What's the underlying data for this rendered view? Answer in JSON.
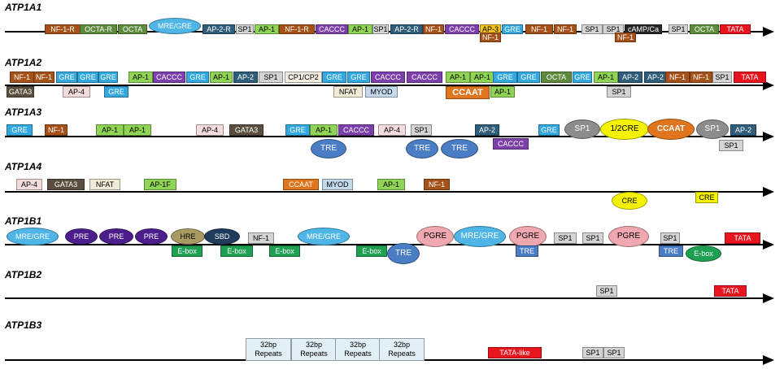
{
  "colors": {
    "axis": "#000000",
    "NF1": "#a5521a",
    "OCTA": "#5e8a3e",
    "GRE_box": "#33a9e0",
    "GRE_ellipse": "#4fb5e6",
    "AP2": "#2f5d7a",
    "SP1_box": "#d4d4d4",
    "SP1_ellipse": "#8c8c8c",
    "AP1": "#8fd454",
    "CACCC": "#7d3fab",
    "AP3": "#f2c21f",
    "cAMP": "#262626",
    "TATA": "#e8141e",
    "GATA3": "#5a4f3e",
    "AP4": "#f4dcdc",
    "CP1": "#f2ede2",
    "NFAT": "#f0ebd6",
    "MYOD": "#c4d9ec",
    "CCAAT": "#e0751e",
    "TRE": "#4a7dc4",
    "CRE": "#f5f200",
    "PRE": "#4b1e8c",
    "HRE": "#a89a63",
    "SBD": "#1f3c5c",
    "Ebox": "#1ea052",
    "PGRE": "#f0a8b0",
    "REP": "#e1f0f6"
  },
  "genes": [
    {
      "name": "ATP1A1",
      "elements": [
        {
          "label": "NF-1-R",
          "c": "NF1"
        },
        {
          "label": "OCTA-R",
          "c": "OCTA"
        },
        {
          "label": "OCTA",
          "c": "OCTA"
        },
        {
          "label": "MRE/GRE",
          "c": "GRE_ellipse"
        },
        {
          "label": "AP-2-R",
          "c": "AP2"
        },
        {
          "label": "SP1",
          "c": "SP1_box"
        },
        {
          "label": "AP-1",
          "c": "AP1"
        },
        {
          "label": "NF-1-R",
          "c": "NF1"
        },
        {
          "label": "CACCC",
          "c": "CACCC"
        },
        {
          "label": "AP-1",
          "c": "AP1"
        },
        {
          "label": "SP1",
          "c": "SP1_box"
        },
        {
          "label": "AP-2-R",
          "c": "AP2"
        },
        {
          "label": "NF-1",
          "c": "NF1"
        },
        {
          "label": "CACCC",
          "c": "CACCC"
        },
        {
          "label": "AP-3",
          "c": "AP3"
        },
        {
          "label": "GRE",
          "c": "GRE_box"
        },
        {
          "label": "NF-1",
          "c": "NF1"
        },
        {
          "label": "NF-1",
          "c": "NF1"
        },
        {
          "label": "SP1",
          "c": "SP1_box"
        },
        {
          "label": "SP1",
          "c": "SP1_box"
        },
        {
          "label": "cAMP/Ca",
          "c": "cAMP"
        },
        {
          "label": "SP1",
          "c": "SP1_box"
        },
        {
          "label": "OCTA",
          "c": "OCTA"
        },
        {
          "label": "TATA",
          "c": "TATA"
        },
        {
          "label": "NF-1",
          "c": "NF1"
        },
        {
          "label": "NF-1",
          "c": "NF1"
        }
      ]
    },
    {
      "name": "ATP1A2",
      "elements": [
        {
          "label": "NF-1",
          "c": "NF1"
        },
        {
          "label": "NF-1",
          "c": "NF1"
        },
        {
          "label": "GRE",
          "c": "GRE_box"
        },
        {
          "label": "GRE",
          "c": "GRE_box"
        },
        {
          "label": "GRE",
          "c": "GRE_box"
        },
        {
          "label": "AP-1",
          "c": "AP1"
        },
        {
          "label": "CACCC",
          "c": "CACCC"
        },
        {
          "label": "GRE",
          "c": "GRE_box"
        },
        {
          "label": "AP-1",
          "c": "AP1"
        },
        {
          "label": "AP-2",
          "c": "AP2"
        },
        {
          "label": "SP1",
          "c": "SP1_box"
        },
        {
          "label": "CP1/CP2",
          "c": "CP1"
        },
        {
          "label": "GRE",
          "c": "GRE_box"
        },
        {
          "label": "GRE",
          "c": "GRE_box"
        },
        {
          "label": "CACCC",
          "c": "CACCC"
        },
        {
          "label": "CACCC",
          "c": "CACCC"
        },
        {
          "label": "AP-1",
          "c": "AP1"
        },
        {
          "label": "AP-1",
          "c": "AP1"
        },
        {
          "label": "GRE",
          "c": "GRE_box"
        },
        {
          "label": "GRE",
          "c": "GRE_box"
        },
        {
          "label": "OCTA",
          "c": "OCTA"
        },
        {
          "label": "GRE",
          "c": "GRE_box"
        },
        {
          "label": "AP-1",
          "c": "AP1"
        },
        {
          "label": "AP-2",
          "c": "AP2"
        },
        {
          "label": "AP-2",
          "c": "AP2"
        },
        {
          "label": "NF-1",
          "c": "NF1"
        },
        {
          "label": "NF-1",
          "c": "NF1"
        },
        {
          "label": "SP1",
          "c": "SP1_box"
        },
        {
          "label": "TATA",
          "c": "TATA"
        },
        {
          "label": "GATA3",
          "c": "GATA3"
        },
        {
          "label": "AP-4",
          "c": "AP4"
        },
        {
          "label": "GRE",
          "c": "GRE_box"
        },
        {
          "label": "NFAT",
          "c": "NFAT"
        },
        {
          "label": "MYOD",
          "c": "MYOD"
        },
        {
          "label": "CCAAT",
          "c": "CCAAT"
        },
        {
          "label": "AP-1",
          "c": "AP1"
        },
        {
          "label": "SP1",
          "c": "SP1_box"
        }
      ]
    },
    {
      "name": "ATP1A3",
      "elements": [
        {
          "label": "GRE",
          "c": "GRE_box"
        },
        {
          "label": "NF-1",
          "c": "NF1"
        },
        {
          "label": "AP-1",
          "c": "AP1"
        },
        {
          "label": "AP-1",
          "c": "AP1"
        },
        {
          "label": "AP-4",
          "c": "AP4"
        },
        {
          "label": "GATA3",
          "c": "GATA3"
        },
        {
          "label": "GRE",
          "c": "GRE_box"
        },
        {
          "label": "AP-1",
          "c": "AP1"
        },
        {
          "label": "CACCC",
          "c": "CACCC"
        },
        {
          "label": "AP-4",
          "c": "AP4"
        },
        {
          "label": "SP1",
          "c": "SP1_box"
        },
        {
          "label": "AP-2",
          "c": "AP2"
        },
        {
          "label": "GRE",
          "c": "GRE_box"
        },
        {
          "label": "SP1",
          "c": "SP1_ellipse"
        },
        {
          "label": "1/2CRE",
          "c": "CRE"
        },
        {
          "label": "CCAAT",
          "c": "CCAAT"
        },
        {
          "label": "SP1",
          "c": "SP1_ellipse"
        },
        {
          "label": "AP-2",
          "c": "AP2"
        },
        {
          "label": "TRE",
          "c": "TRE"
        },
        {
          "label": "TRE",
          "c": "TRE"
        },
        {
          "label": "TRE",
          "c": "TRE"
        },
        {
          "label": "CACCC",
          "c": "CACCC"
        },
        {
          "label": "SP1",
          "c": "SP1_box"
        }
      ]
    },
    {
      "name": "ATP1A4",
      "elements": [
        {
          "label": "AP-4",
          "c": "AP4"
        },
        {
          "label": "GATA3",
          "c": "GATA3"
        },
        {
          "label": "NFAT",
          "c": "NFAT"
        },
        {
          "label": "AP-1F",
          "c": "AP1"
        },
        {
          "label": "CCAAT",
          "c": "CCAAT"
        },
        {
          "label": "MYOD",
          "c": "MYOD"
        },
        {
          "label": "AP-1",
          "c": "AP1"
        },
        {
          "label": "NF-1",
          "c": "NF1"
        },
        {
          "label": "CRE",
          "c": "CRE"
        },
        {
          "label": "CRE",
          "c": "CRE"
        }
      ]
    },
    {
      "name": "ATP1B1",
      "elements": [
        {
          "label": "MRE/GRE",
          "c": "GRE_ellipse"
        },
        {
          "label": "PRE",
          "c": "PRE"
        },
        {
          "label": "PRE",
          "c": "PRE"
        },
        {
          "label": "PRE",
          "c": "PRE"
        },
        {
          "label": "HRE",
          "c": "HRE"
        },
        {
          "label": "SBD",
          "c": "SBD"
        },
        {
          "label": "NF-1",
          "c": "SP1_box"
        },
        {
          "label": "MRE/GRE",
          "c": "GRE_ellipse"
        },
        {
          "label": "PGRE",
          "c": "PGRE"
        },
        {
          "label": "MRE/GRE",
          "c": "GRE_ellipse"
        },
        {
          "label": "PGRE",
          "c": "PGRE"
        },
        {
          "label": "SP1",
          "c": "SP1_box"
        },
        {
          "label": "SP1",
          "c": "SP1_box"
        },
        {
          "label": "PGRE",
          "c": "PGRE"
        },
        {
          "label": "SP1",
          "c": "SP1_box"
        },
        {
          "label": "TATA",
          "c": "TATA"
        },
        {
          "label": "E-box",
          "c": "Ebox"
        },
        {
          "label": "E-box",
          "c": "Ebox"
        },
        {
          "label": "E-box",
          "c": "Ebox"
        },
        {
          "label": "E-box",
          "c": "Ebox"
        },
        {
          "label": "TRE",
          "c": "TRE"
        },
        {
          "label": "TRE",
          "c": "TRE"
        },
        {
          "label": "TRE",
          "c": "TRE"
        },
        {
          "label": "E-box",
          "c": "Ebox"
        }
      ]
    },
    {
      "name": "ATP1B2",
      "elements": [
        {
          "label": "SP1",
          "c": "SP1_box"
        },
        {
          "label": "TATA",
          "c": "TATA"
        }
      ]
    },
    {
      "name": "ATP1B3",
      "elements": [
        {
          "label": "32bp Repeats",
          "c": "REP"
        },
        {
          "label": "32bp Repeats",
          "c": "REP"
        },
        {
          "label": "32bp Repeats",
          "c": "REP"
        },
        {
          "label": "32bp Repeats",
          "c": "REP"
        },
        {
          "label": "TATA-like",
          "c": "TATA"
        },
        {
          "label": "SP1",
          "c": "SP1_box"
        },
        {
          "label": "SP1",
          "c": "SP1_box"
        }
      ]
    }
  ]
}
